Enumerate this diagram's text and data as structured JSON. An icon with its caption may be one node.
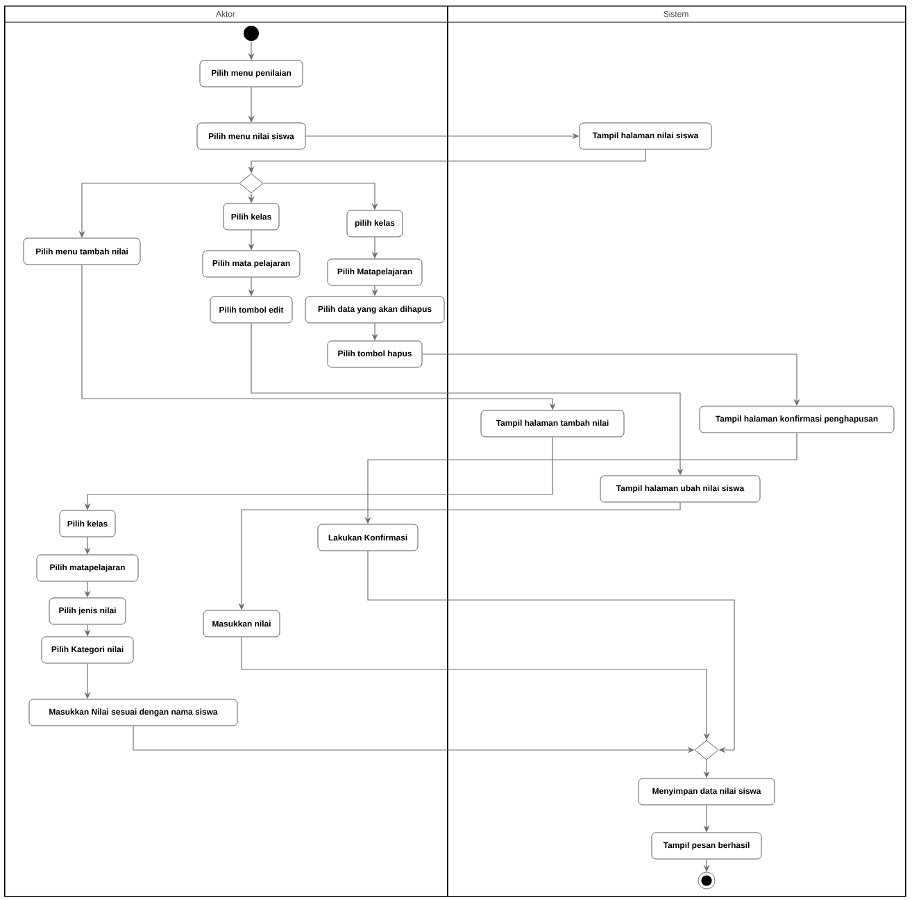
{
  "diagram": {
    "nodes": [
      {
        "text": [
          "Aktor"
        ]
      },
      {
        "text": [
          "Sistem"
        ]
      },
      {
        "text": [],
        "shape": "circle",
        "in": 0
      },
      {
        "text": [
          "Pilih menu penilaian"
        ],
        "in": 0
      },
      {
        "text": [
          "Pilih menu nilai siswa"
        ],
        "in": 0
      },
      {
        "text": [
          "Tampil halaman nilai siswa"
        ],
        "in": 1
      },
      {
        "text": [],
        "shape": "diamond",
        "in": 0
      },
      {
        "text": [
          "Pilih menu tambah nilai"
        ],
        "in": 0
      },
      {
        "text": [
          "Pilih kelas"
        ],
        "in": 0
      },
      {
        "text": [
          "pilih kelas"
        ],
        "in": 0
      },
      {
        "text": [
          "Pilih mata pelajaran"
        ],
        "in": 0
      },
      {
        "text": [
          "Pilih Matapelajaran"
        ],
        "in": 0
      },
      {
        "text": [
          "Pilih tombol edit"
        ],
        "in": 0
      },
      {
        "text": [
          "Pilih data yang akan dihapus"
        ],
        "in": 0
      },
      {
        "text": [
          "Pilih tombol hapus"
        ],
        "in": 0
      },
      {
        "text": [
          "Tampil halaman tambah nilai"
        ],
        "in": 1
      },
      {
        "text": [
          "Tampil halaman konfirmasi penghapusan"
        ],
        "in": 1
      },
      {
        "text": [
          "Tampil halaman ubah nilai siswa"
        ],
        "in": 1
      },
      {
        "text": [
          "Pilih kelas"
        ],
        "in": 0
      },
      {
        "text": [
          "Lakukan Konfirmasi"
        ],
        "in": 0
      },
      {
        "text": [
          "Pilih matapelajaran"
        ],
        "in": 0
      },
      {
        "text": [
          "Pilih jenis nilai"
        ],
        "in": 0
      },
      {
        "text": [
          "Masukkan nilai"
        ],
        "in": 0
      },
      {
        "text": [
          "Pilih Kategori nilai"
        ],
        "in": 0
      },
      {
        "text": [
          "Masukkan Nilai sesuai dengan nama siswa"
        ],
        "in": 0
      },
      {
        "text": [],
        "shape": "diamond",
        "in": 1
      },
      {
        "text": [
          "Menyimpan data nilai siswa"
        ],
        "in": 1
      },
      {
        "text": [
          "Tampil pesan berhasil"
        ],
        "in": 1
      },
      {
        "text": [],
        "shape": "bullseye",
        "in": 1
      }
    ],
    "edges": [
      {
        "from": 2,
        "to": 3,
        "arrow": "to"
      },
      {
        "from": 3,
        "to": 4,
        "arrow": "to"
      },
      {
        "from": 4,
        "to": 5,
        "arrow": "to"
      },
      {
        "from": 5,
        "to": 6,
        "arrow": "to"
      },
      {
        "from": 6,
        "to": 7,
        "arrow": "to"
      },
      {
        "from": 6,
        "to": 8,
        "arrow": "to"
      },
      {
        "from": 6,
        "to": 9,
        "arrow": "to"
      },
      {
        "from": 8,
        "to": 10,
        "arrow": "to"
      },
      {
        "from": 10,
        "to": 12,
        "arrow": "to"
      },
      {
        "from": 9,
        "to": 11,
        "arrow": "to"
      },
      {
        "from": 11,
        "to": 13,
        "arrow": "to"
      },
      {
        "from": 13,
        "to": 14,
        "arrow": "to"
      },
      {
        "from": 7,
        "to": 15,
        "arrow": "to"
      },
      {
        "from": 12,
        "to": 17,
        "arrow": "to"
      },
      {
        "from": 14,
        "to": 16,
        "arrow": "to"
      },
      {
        "from": 16,
        "to": 19,
        "arrow": "to"
      },
      {
        "from": 15,
        "to": 18,
        "arrow": "to"
      },
      {
        "from": 17,
        "to": 22,
        "arrow": "to"
      },
      {
        "from": 18,
        "to": 20,
        "arrow": "to"
      },
      {
        "from": 20,
        "to": 21,
        "arrow": "to"
      },
      {
        "from": 21,
        "to": 23,
        "arrow": "to"
      },
      {
        "from": 23,
        "to": 24,
        "arrow": "to"
      },
      {
        "from": 19,
        "to": 25,
        "arrow": "to"
      },
      {
        "from": 22,
        "to": 25,
        "arrow": "to"
      },
      {
        "from": 24,
        "to": 25,
        "arrow": "to"
      },
      {
        "from": 25,
        "to": 26,
        "arrow": "to"
      },
      {
        "from": 26,
        "to": 27,
        "arrow": "to"
      },
      {
        "from": 27,
        "to": 28,
        "arrow": "to"
      }
    ]
  }
}
